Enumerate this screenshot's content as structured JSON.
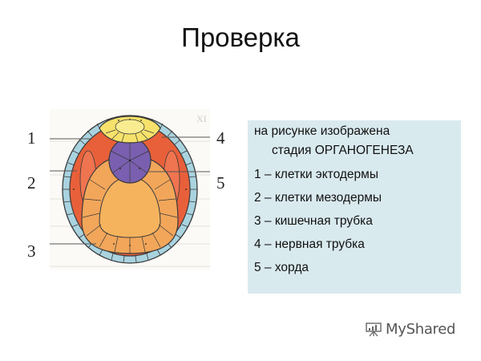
{
  "slide": {
    "title": "Проверка"
  },
  "figure": {
    "labels_left": [
      "1",
      "2",
      "3"
    ],
    "labels_right": [
      "4",
      "5"
    ],
    "corner_mark": "XI",
    "colors": {
      "ectoderm": "#a9d3df",
      "mesoderm": "#e8603a",
      "neural_tube": "#f6e26b",
      "notochord": "#7a5fb0",
      "gut_tube": "#f2a65a",
      "gut_lumen": "#f5b35e",
      "outline": "#3a3a3a"
    }
  },
  "panel": {
    "background": "#d9eaef",
    "lines": [
      "на рисунке изображена",
      "стадия ОРГАНОГЕНЕЗА",
      "1 – клетки эктодермы",
      "2 – клетки мезодермы",
      "3 – кишечная трубка",
      "4 – нервная трубка",
      "5 – хорда"
    ]
  },
  "watermark": {
    "text": "MyShared"
  }
}
